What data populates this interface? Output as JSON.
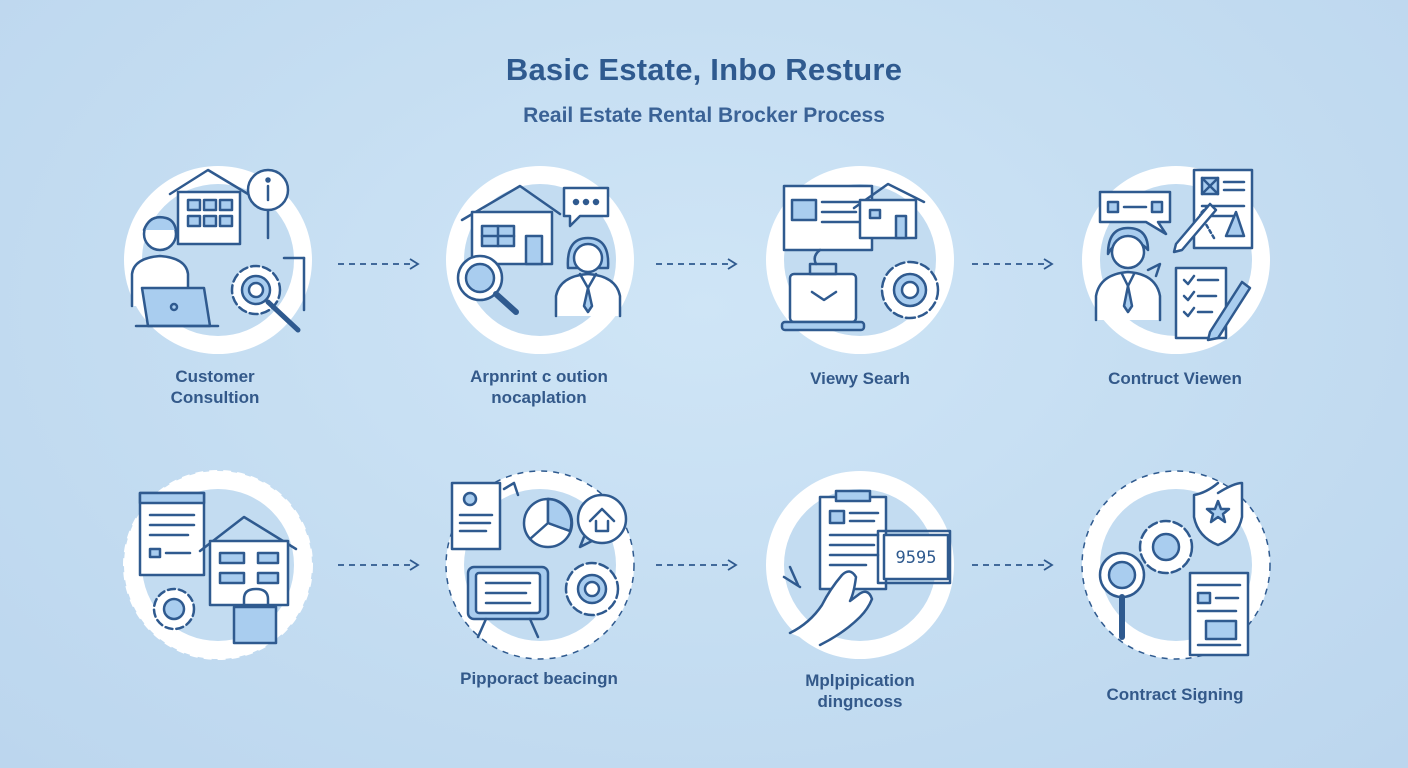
{
  "title": "Basic Estate, Inbo Resture",
  "subtitle": "Reail Estate Rental Brocker Process",
  "row1": [
    {
      "label_line1": "Customer",
      "label_line2": "Consultion",
      "icon": "consultation-icon"
    },
    {
      "label_line1": "Arpnrint c oution",
      "label_line2": "nocaplation",
      "icon": "property-search-icon"
    },
    {
      "label_line1": "Viewy Searh",
      "label_line2": "",
      "icon": "viewing-icon"
    },
    {
      "label_line1": "Contruct Viewen",
      "label_line2": "",
      "icon": "contract-review-icon"
    }
  ],
  "row2": [
    {
      "label_line1": "",
      "label_line2": "",
      "icon": "property-document-icon"
    },
    {
      "label_line1": "Pipporact beacingn",
      "label_line2": "",
      "icon": "presentation-icon"
    },
    {
      "label_line1": "Mplpipication",
      "label_line2": "dingncoss",
      "icon": "application-icon",
      "screen_text": "9595"
    },
    {
      "label_line1": "Contract Signing",
      "label_line2": "",
      "icon": "contract-signing-icon"
    }
  ],
  "colors": {
    "background": "#c3dcf1",
    "stroke": "#2f5a8f",
    "fill": "#a9cdef",
    "circle": "#ffffff"
  }
}
